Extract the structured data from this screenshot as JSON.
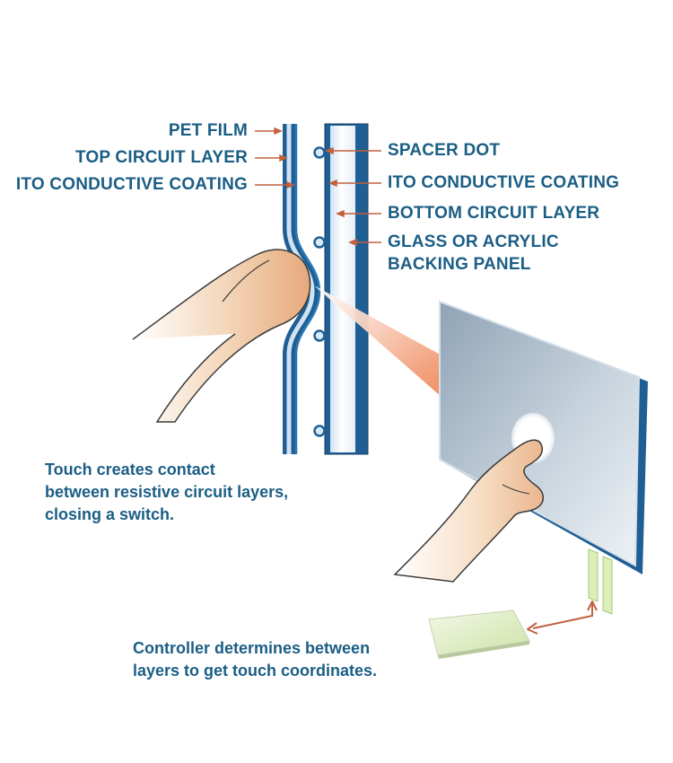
{
  "labels": {
    "left": [
      "PET FILM",
      "TOP CIRCUIT LAYER",
      "ITO CONDUCTIVE COATING"
    ],
    "right": [
      "SPACER DOT",
      "ITO CONDUCTIVE COATING",
      "BOTTOM CIRCUIT LAYER",
      "GLASS OR ACRYLIC",
      "BACKING PANEL"
    ]
  },
  "captions": {
    "touch": [
      "Touch creates contact",
      "between resistive circuit layers,",
      "closing a switch."
    ],
    "controller": [
      "Controller determines between",
      "layers to get touch coordinates."
    ]
  },
  "colors": {
    "label_text": "#1b5e85",
    "layer_blue": "#1f5f94",
    "arrow": "#c0603e",
    "spotlight": "#e2582a"
  }
}
